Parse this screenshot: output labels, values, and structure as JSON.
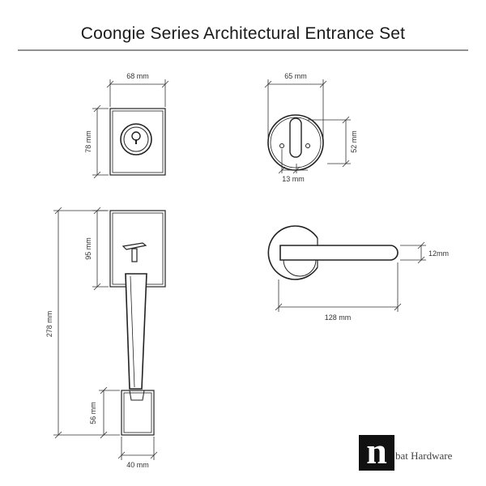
{
  "title": "Coongie Series Architectural Entrance Set",
  "dimensions": {
    "deadbolt_width": "68 mm",
    "deadbolt_height": "78 mm",
    "rose_width": "65 mm",
    "rose_height": "52 mm",
    "rose_spacing": "13 mm",
    "handleset_height": "95 mm",
    "overall_height": "278 mm",
    "bottom_plate_height": "56 mm",
    "bottom_plate_width": "40 mm",
    "lever_length": "128 mm",
    "lever_thickness": "12mm"
  },
  "brand": {
    "logo_letter": "n",
    "name": "bat Hardware"
  }
}
